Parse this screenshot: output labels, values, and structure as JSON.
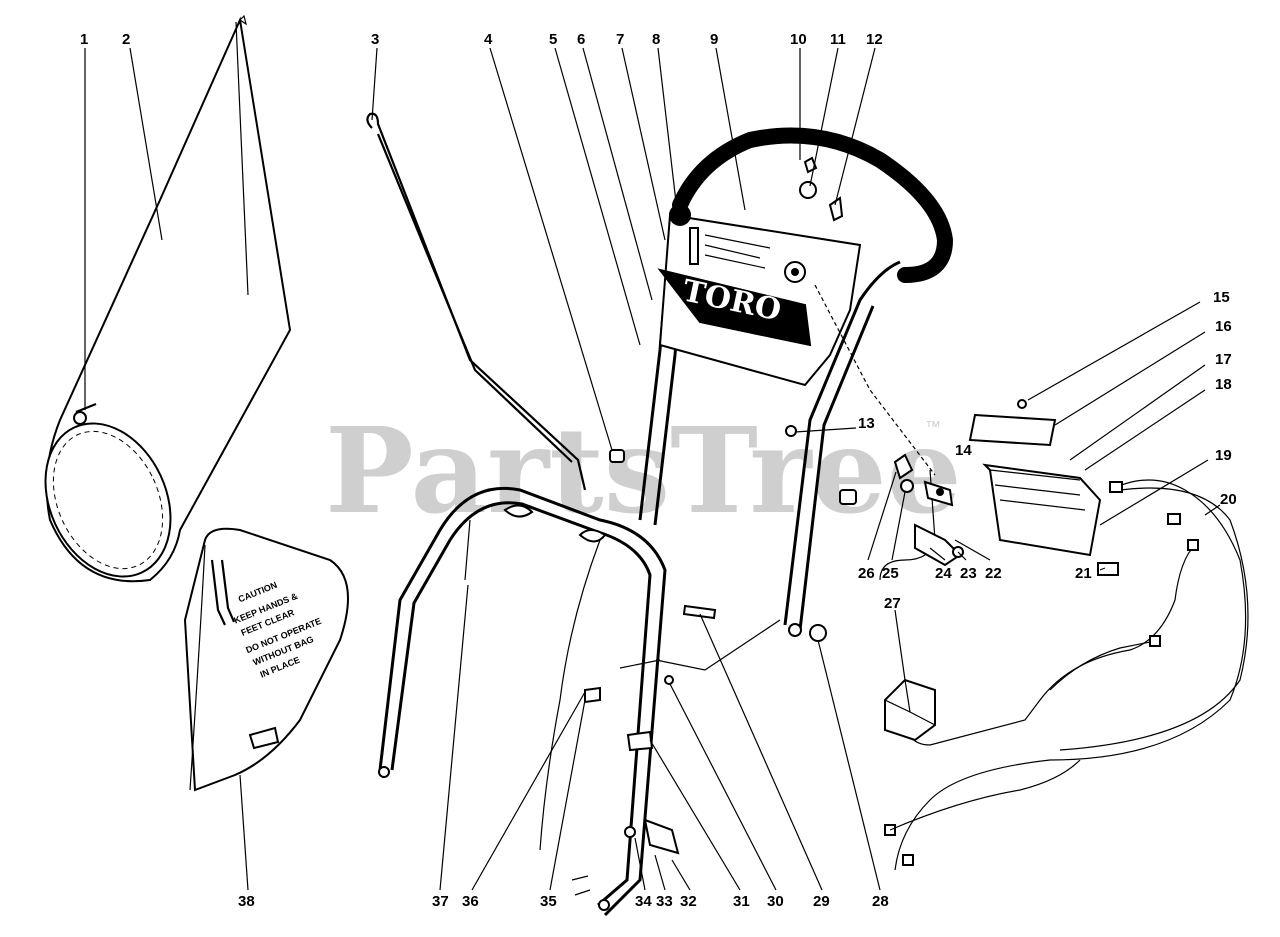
{
  "watermark": {
    "text": "PartsTree",
    "trademark": "™"
  },
  "brand_label": "TORO",
  "caution_text": {
    "heading": "CAUTION",
    "lines": [
      "KEEP HANDS &",
      "FEET CLEAR",
      "DO NOT OPERATE",
      "WITHOUT BAG",
      "IN PLACE"
    ]
  },
  "part_numbers": [
    "1",
    "2",
    "3",
    "4",
    "5",
    "6",
    "7",
    "8",
    "9",
    "10",
    "11",
    "12",
    "13",
    "14",
    "15",
    "16",
    "17",
    "18",
    "19",
    "20",
    "21",
    "22",
    "23",
    "24",
    "25",
    "26",
    "27",
    "28",
    "29",
    "30",
    "31",
    "32",
    "33",
    "34",
    "35",
    "36",
    "37",
    "38"
  ]
}
